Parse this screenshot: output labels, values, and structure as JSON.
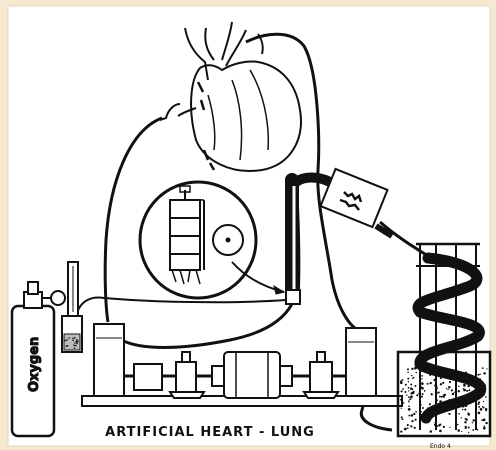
{
  "diagram": {
    "caption": "ARTIFICIAL HEART - LUNG",
    "tank_label": "Oxygen",
    "signature": "Endo 4"
  },
  "colors": {
    "background": "#f6e9cf",
    "paper": "#ffffff",
    "ink": "#111111"
  }
}
